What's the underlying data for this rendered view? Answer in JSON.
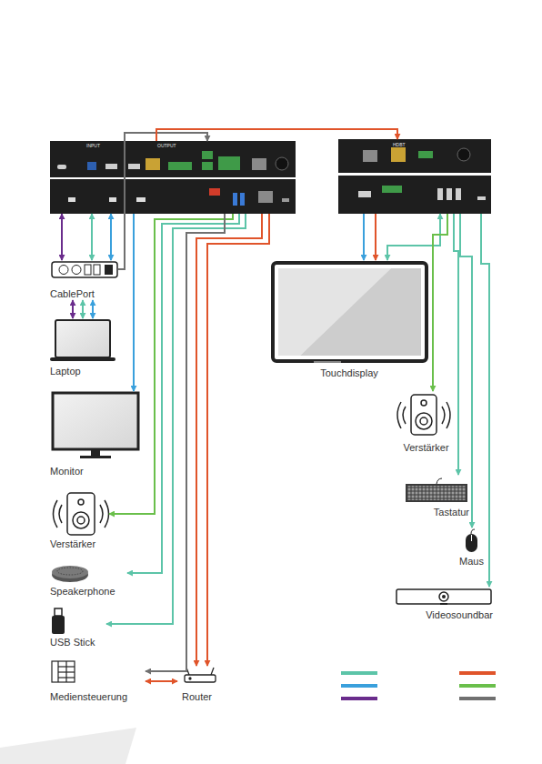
{
  "diagram": {
    "nodes": [
      {
        "text": [
          "INPUT",
          "OUTPUT"
        ]
      },
      {
        "text": [
          "HDBT"
        ]
      },
      {
        "text": [
          "CablePort"
        ]
      },
      {
        "text": [
          "Laptop"
        ]
      },
      {
        "text": [
          "Monitor"
        ]
      },
      {
        "text": [
          "Verstärker"
        ]
      },
      {
        "text": [
          "Speakerphone"
        ]
      },
      {
        "text": [
          "USB Stick"
        ]
      },
      {
        "text": [
          "Mediensteuerung"
        ]
      },
      {
        "text": [
          "Router"
        ]
      },
      {
        "text": [
          "Touchdisplay"
        ]
      },
      {
        "text": [
          "Verstärker"
        ]
      },
      {
        "text": [
          "Tastatur"
        ]
      },
      {
        "text": [
          "Maus"
        ]
      },
      {
        "text": [
          "Videosoundbar"
        ]
      }
    ],
    "edges": [
      {
        "from": 0,
        "to": 2,
        "arrow": "both"
      },
      {
        "from": 0,
        "to": 2,
        "arrow": "both"
      },
      {
        "from": 0,
        "to": 2,
        "arrow": "both"
      },
      {
        "from": 2,
        "to": 3,
        "arrow": "both"
      },
      {
        "from": 2,
        "to": 3,
        "arrow": "both"
      },
      {
        "from": 2,
        "to": 3,
        "arrow": "both"
      },
      {
        "from": 0,
        "to": 4,
        "arrow": "to"
      },
      {
        "from": 2,
        "to": 0,
        "arrow": "to"
      },
      {
        "from": 0,
        "to": 5,
        "arrow": "to"
      },
      {
        "from": 0,
        "to": 6,
        "arrow": "to"
      },
      {
        "from": 0,
        "to": 7,
        "arrow": "to"
      },
      {
        "from": 0,
        "to": 8,
        "arrow": "to"
      },
      {
        "from": 8,
        "to": 9,
        "arrow": "both"
      },
      {
        "from": 0,
        "to": 9,
        "arrow": "to"
      },
      {
        "from": 0,
        "to": 9,
        "arrow": "to"
      },
      {
        "from": 0,
        "to": 1,
        "arrow": "to"
      },
      {
        "from": 1,
        "to": 10,
        "arrow": "to"
      },
      {
        "from": 1,
        "to": 10,
        "arrow": "to"
      },
      {
        "from": 1,
        "to": 10,
        "arrow": "both"
      },
      {
        "from": 1,
        "to": 11,
        "arrow": "to"
      },
      {
        "from": 1,
        "to": 12,
        "arrow": "to"
      },
      {
        "from": 1,
        "to": 13,
        "arrow": "to"
      },
      {
        "from": 1,
        "to": 14,
        "arrow": "to"
      }
    ]
  }
}
